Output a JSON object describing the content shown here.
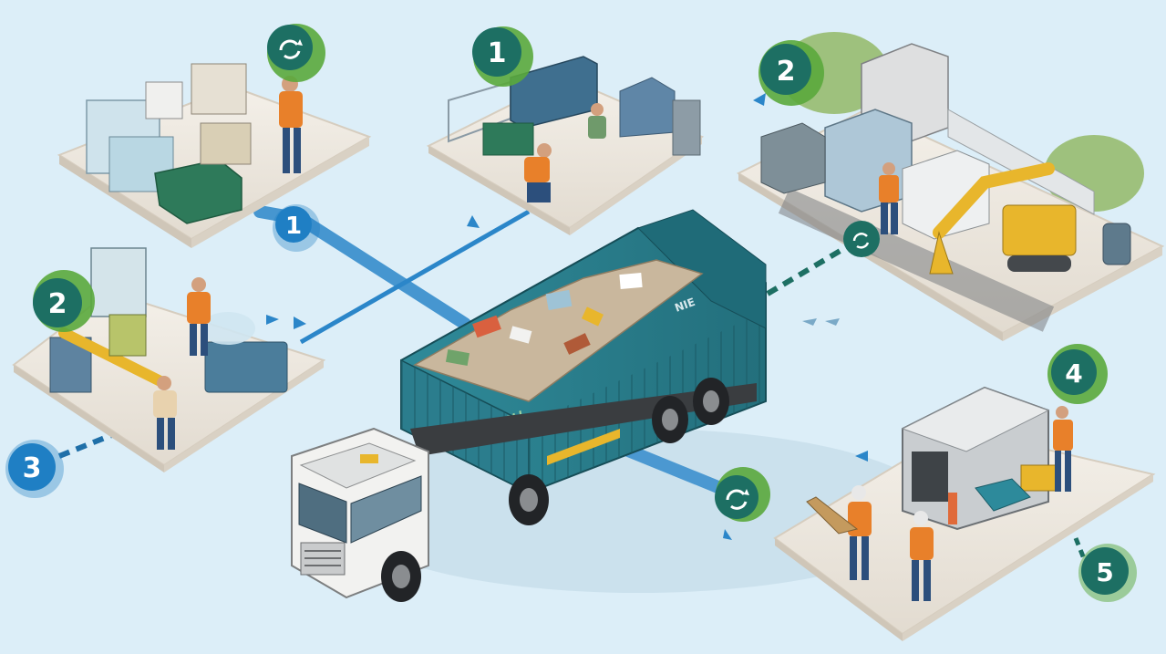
{
  "colors": {
    "background": "#dceef8",
    "teal_container": "#2a7f8f",
    "teal_dark": "#1e5f6b",
    "marker_blue": "#1f7fc4",
    "marker_green": "#5aa83c",
    "marker_dark_teal": "#1d6f63",
    "platform": "#efe9e0",
    "vest_orange": "#e8802a",
    "excavator_yellow": "#e8b62c",
    "cab_white": "#f2f2f0"
  },
  "markers": {
    "top_center": "1",
    "top_right": "2",
    "center_left_line": "1",
    "left_middle": "2",
    "bottom_left": "3",
    "bottom_right_upper": "4",
    "bottom_right_lower": "5"
  },
  "icons": {
    "top_left_marker": "recycle-icon",
    "truck_marker": "recycle-icon",
    "right_connector_marker": "recycle-icon"
  },
  "labels": {
    "container_side_text": "DOLL",
    "container_rear_text": "NIE"
  }
}
